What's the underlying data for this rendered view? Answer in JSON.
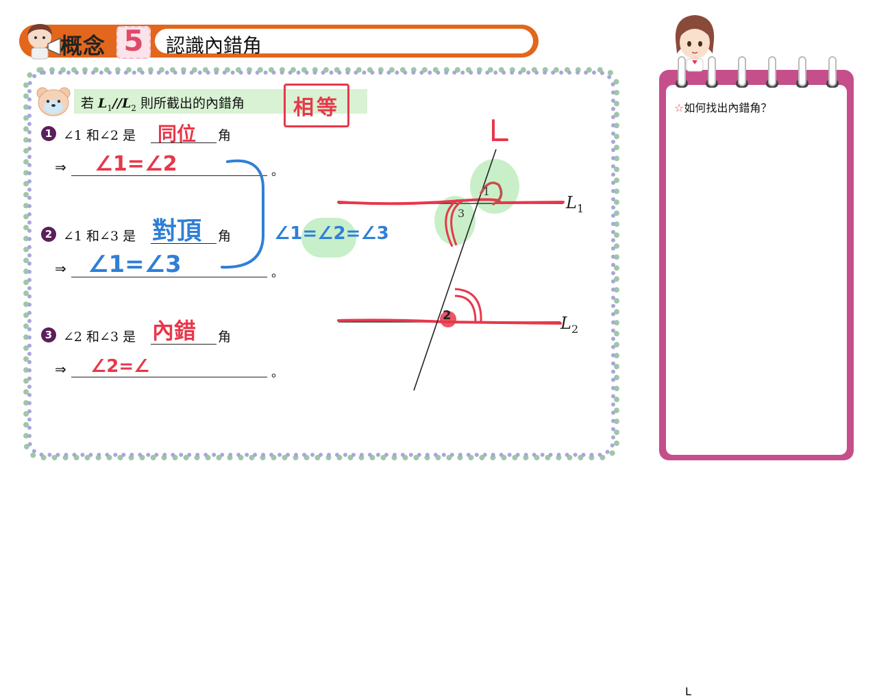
{
  "header": {
    "concept_label": "概念",
    "concept_number": "5",
    "title": "認識內錯角"
  },
  "premise": {
    "prefix": "若 ",
    "l1": "L",
    "l1_sub": "1",
    "sep": "//",
    "l2": "L",
    "l2_sub": "2",
    "suffix": " 則所截出的內錯角",
    "answer": "相等"
  },
  "questions": [
    {
      "num": "1",
      "text_before": "∠1 和∠2 是",
      "text_after": "角",
      "answer": "同位",
      "implies": "⇒",
      "relation": "∠1=∠2",
      "period": "。"
    },
    {
      "num": "2",
      "text_before": "∠1 和∠3 是",
      "text_after": "角",
      "answer": "對頂",
      "implies": "⇒",
      "relation": "∠1=∠3",
      "period": "。"
    },
    {
      "num": "3",
      "text_before": "∠2 和∠3 是",
      "text_after": "角",
      "answer": "內錯",
      "implies": "⇒",
      "relation": "∠2=∠",
      "period": "。"
    }
  ],
  "brace_note": "∠1=∠2=∠3",
  "diagram": {
    "transversal_label": "L",
    "line1_label": "L",
    "line1_sub": "1",
    "line2_label": "L",
    "line2_sub": "2",
    "angle1": "1",
    "angle2": "2",
    "angle3": "3"
  },
  "notebook": {
    "star": "☆",
    "title": "如何找出內錯角？"
  },
  "colors": {
    "header_orange": "#e2661c",
    "ink_red": "#e8374a",
    "ink_blue": "#2f7fd6",
    "highlight_green": "#d8f2d3",
    "notebook_pink": "#c54f8a"
  }
}
